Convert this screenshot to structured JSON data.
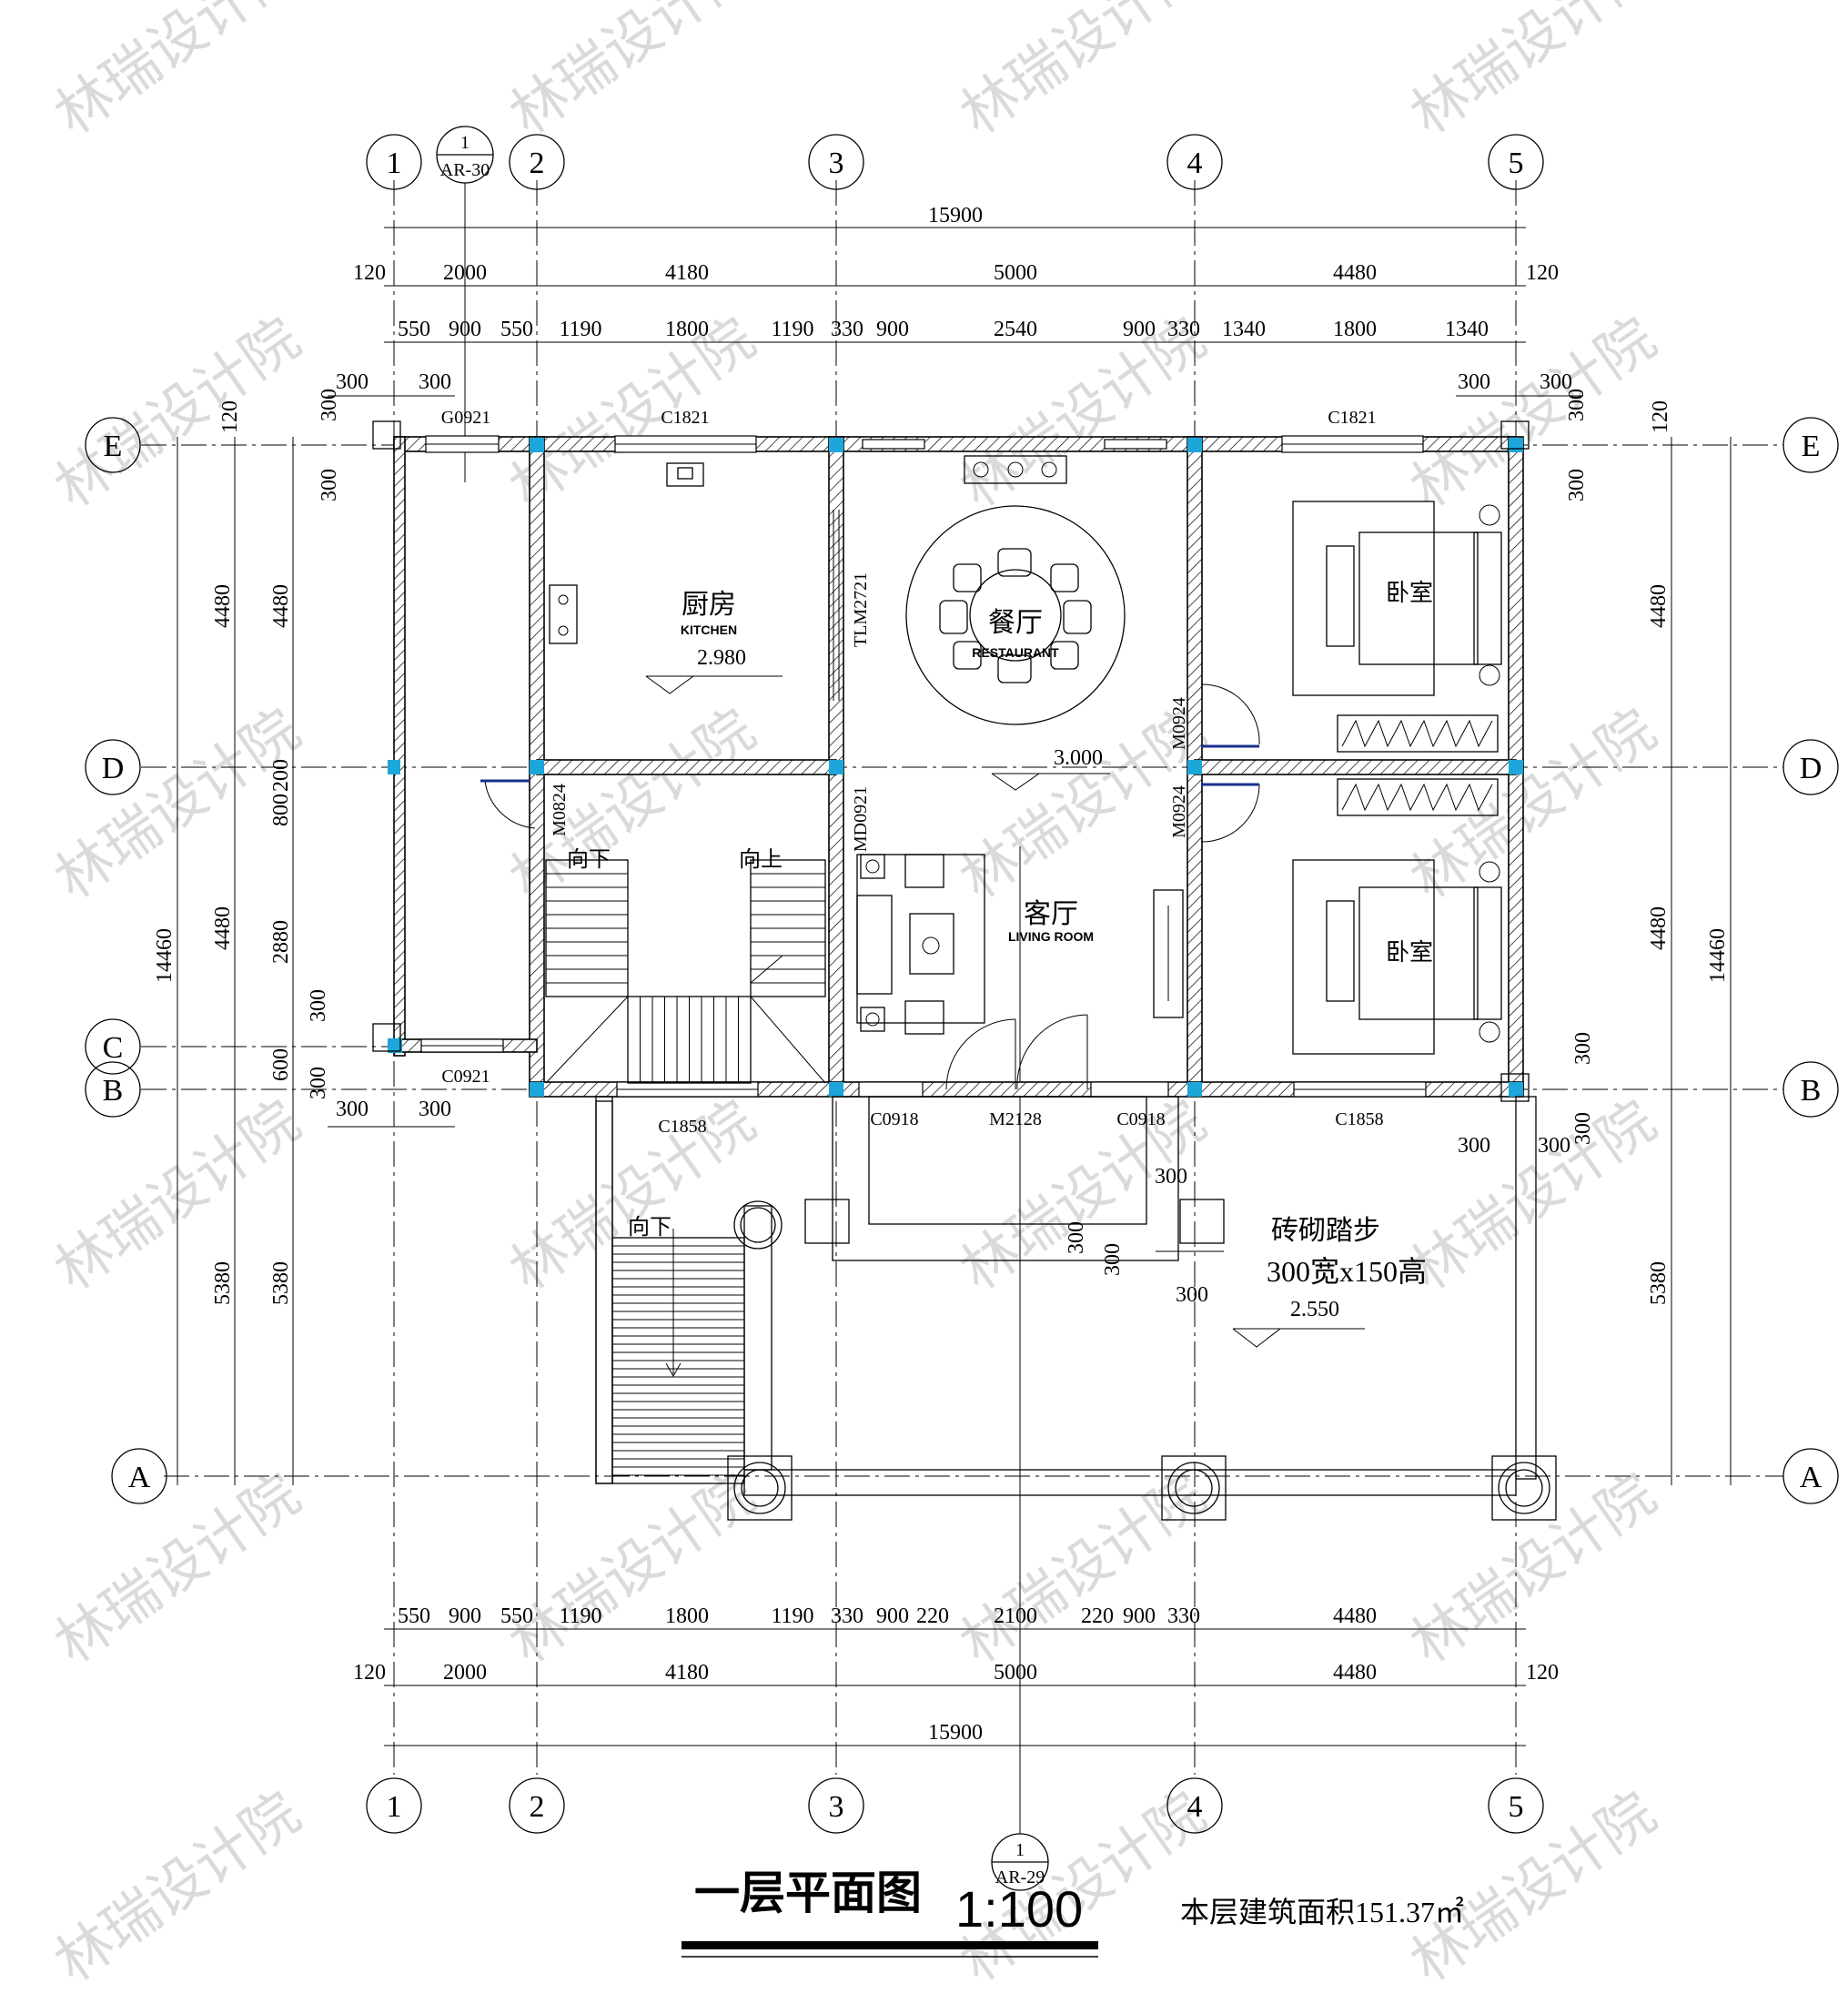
{
  "drawing": {
    "title": "一层平面图",
    "scale": "1:100",
    "area_note": "本层建筑面积151.37㎡"
  },
  "axes": {
    "vertical": [
      "1",
      "2",
      "3",
      "4",
      "5"
    ],
    "horizontal": [
      "E",
      "D",
      "C",
      "B",
      "A"
    ]
  },
  "references": [
    {
      "num": "1",
      "sheet": "AR-30"
    },
    {
      "num": "1",
      "sheet": "AR-29"
    }
  ],
  "dimensions": {
    "top_total": "15900",
    "top_axis": [
      "120",
      "2000",
      "4180",
      "5000",
      "4480",
      "120"
    ],
    "top_detail": [
      "550",
      "900",
      "550",
      "1190",
      "1800",
      "1190",
      "330",
      "900",
      "2540",
      "900",
      "330",
      "1340",
      "1800",
      "1340"
    ],
    "top_misc": [
      "300",
      "300",
      "300",
      "300"
    ],
    "bottom_detail": [
      "550",
      "900",
      "550",
      "1190",
      "1800",
      "1190",
      "330",
      "900",
      "220",
      "2100",
      "220",
      "900",
      "330",
      "4480"
    ],
    "bottom_axis": [
      "120",
      "2000",
      "4180",
      "5000",
      "4480",
      "120"
    ],
    "bottom_total": "15900",
    "left_total": "14460",
    "left_axis": [
      "4480",
      "4480",
      "5380"
    ],
    "left_detail": [
      "120",
      "300",
      "300",
      "4480",
      "200",
      "800",
      "2880",
      "300",
      "600",
      "300",
      "5380"
    ],
    "left_misc": [
      "300",
      "300"
    ],
    "right_total": "14460",
    "right_axis": [
      "4480",
      "4480",
      "5380"
    ],
    "right_detail": [
      "300",
      "120",
      "300",
      "300",
      "300",
      "300",
      "300"
    ],
    "porch": [
      "300",
      "300",
      "300",
      "300"
    ]
  },
  "rooms": [
    {
      "cn": "厨房",
      "en": "KITCHEN"
    },
    {
      "cn": "餐厅",
      "en": "RESTAURANT"
    },
    {
      "cn": "客厅",
      "en": "LIVING ROOM"
    },
    {
      "cn": "卧室",
      "en": ""
    },
    {
      "cn": "卧室",
      "en": ""
    }
  ],
  "elevations": [
    "2.980",
    "3.000",
    "2.550"
  ],
  "openings": [
    "G0921",
    "C1821",
    "C1821",
    "TLM2721",
    "M0924",
    "M0924",
    "M0824",
    "MD0921",
    "C0921",
    "C1858",
    "C0918",
    "M2128",
    "C0918",
    "C1858"
  ],
  "stair_labels": [
    "向下",
    "向上",
    "向下"
  ],
  "notes": [
    "砖砌踏步",
    "300宽x150高"
  ],
  "watermark": "林瑞设计院"
}
